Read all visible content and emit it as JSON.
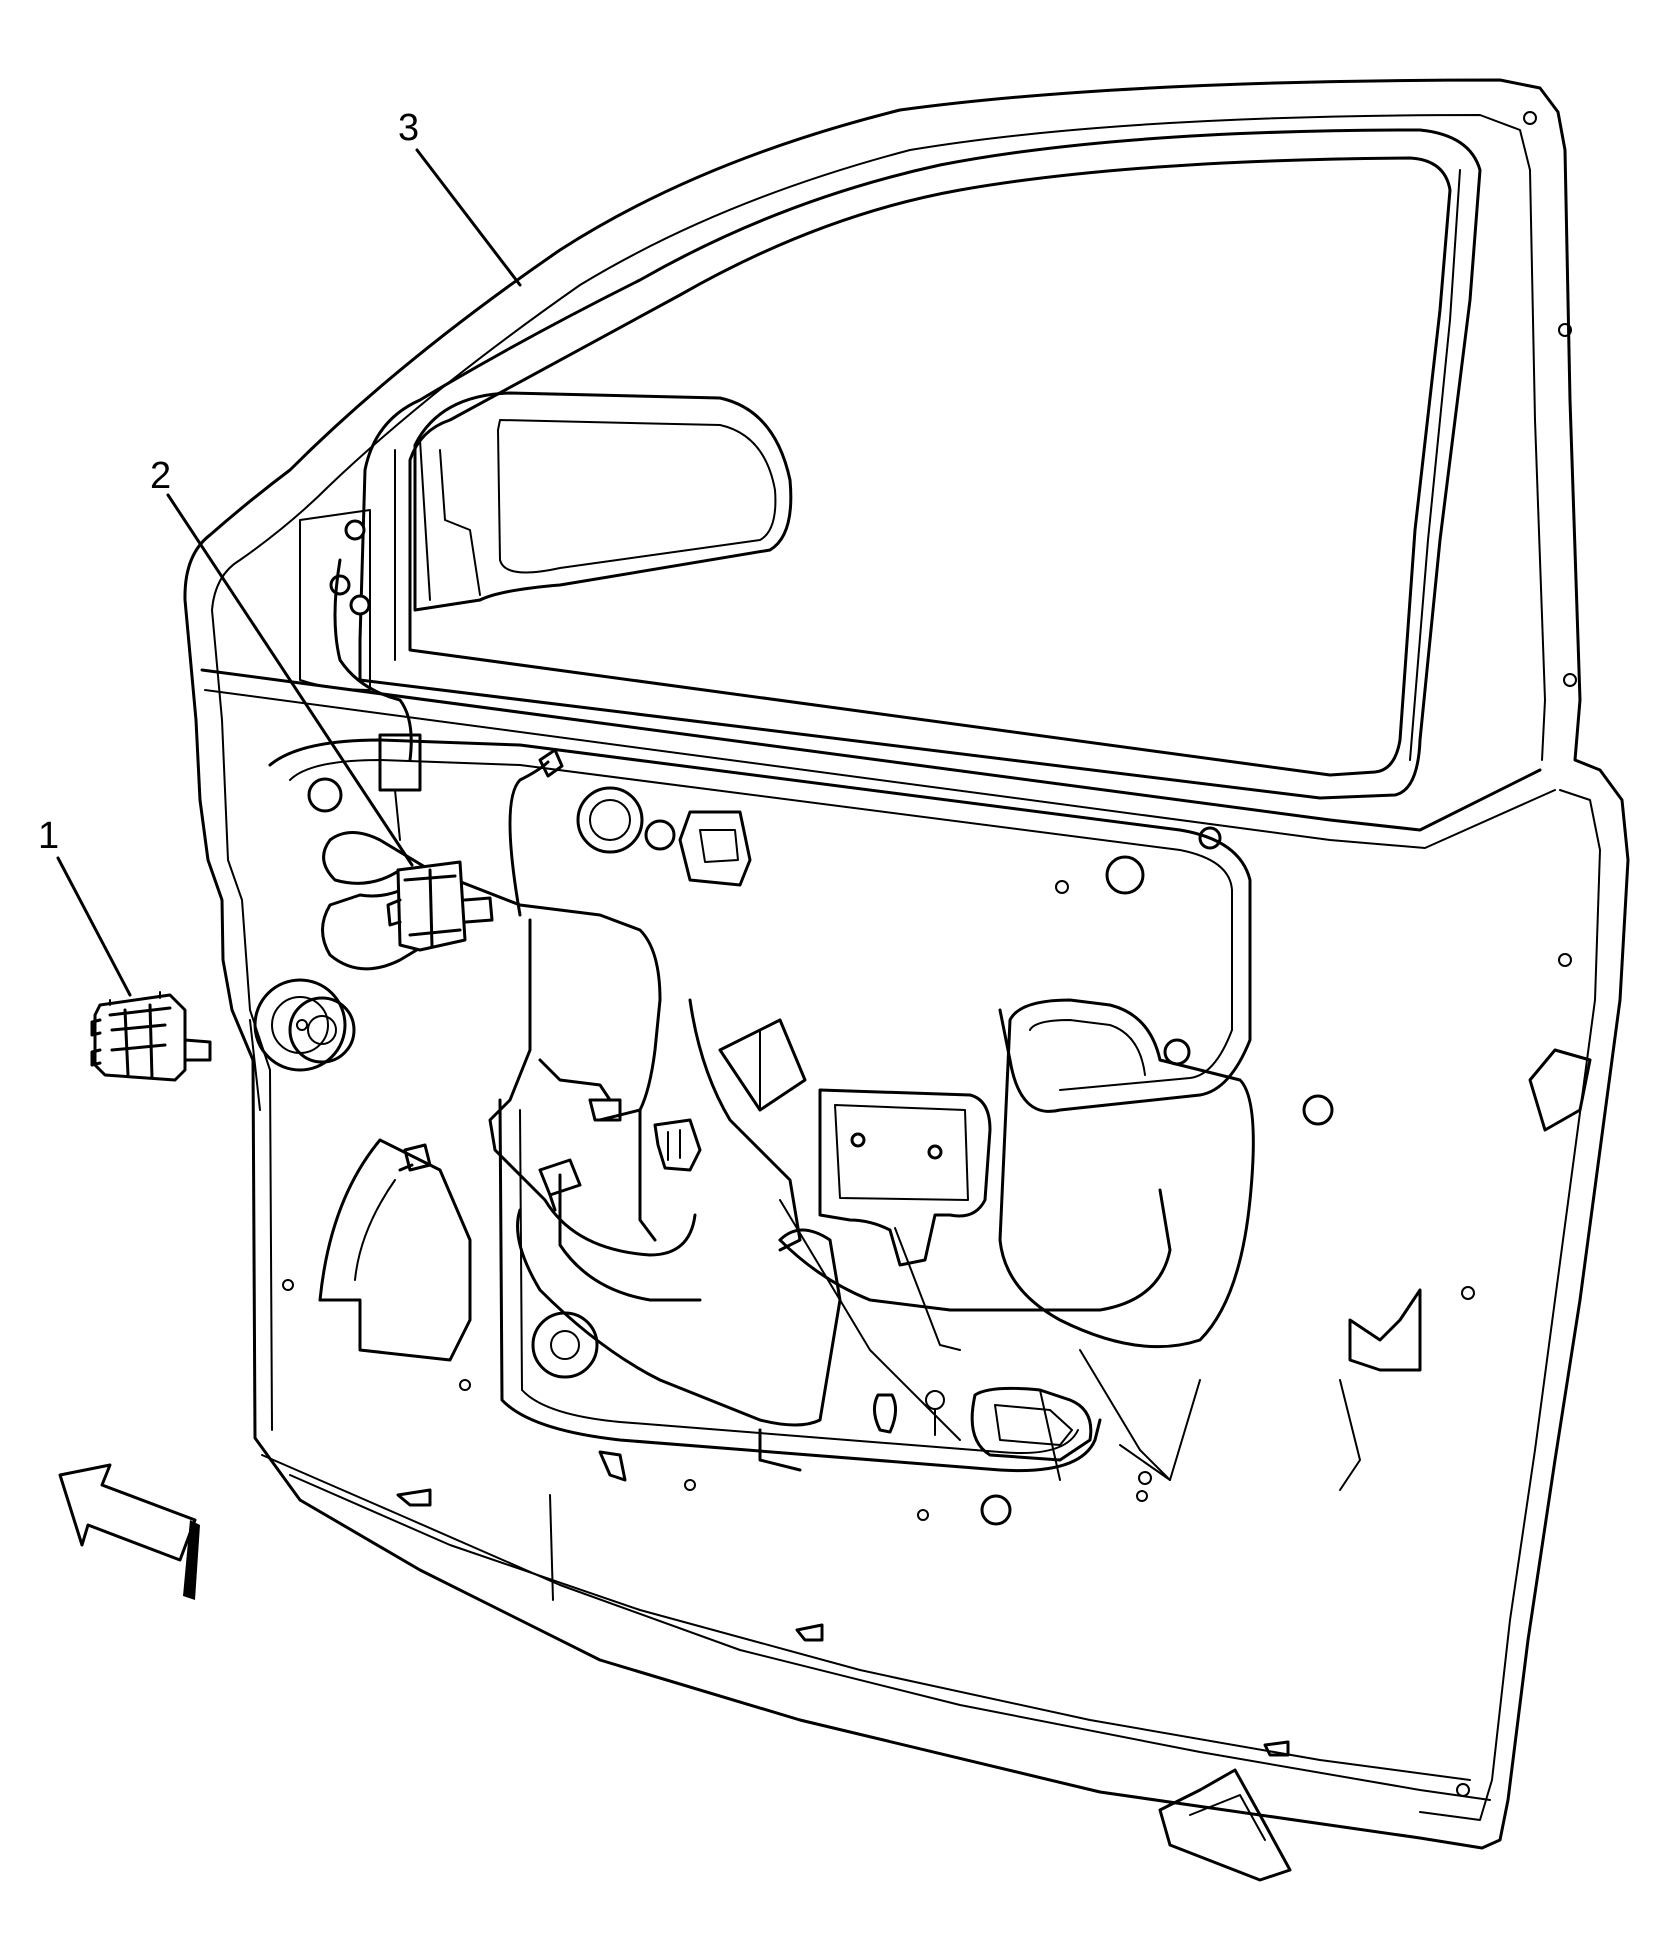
{
  "callouts": [
    {
      "id": "1",
      "label": "1"
    },
    {
      "id": "2",
      "label": "2"
    },
    {
      "id": "3",
      "label": "3"
    }
  ],
  "colors": {
    "line": "#000000",
    "background": "#ffffff"
  },
  "icons": {
    "view_arrow": "view-direction-arrow-icon"
  }
}
